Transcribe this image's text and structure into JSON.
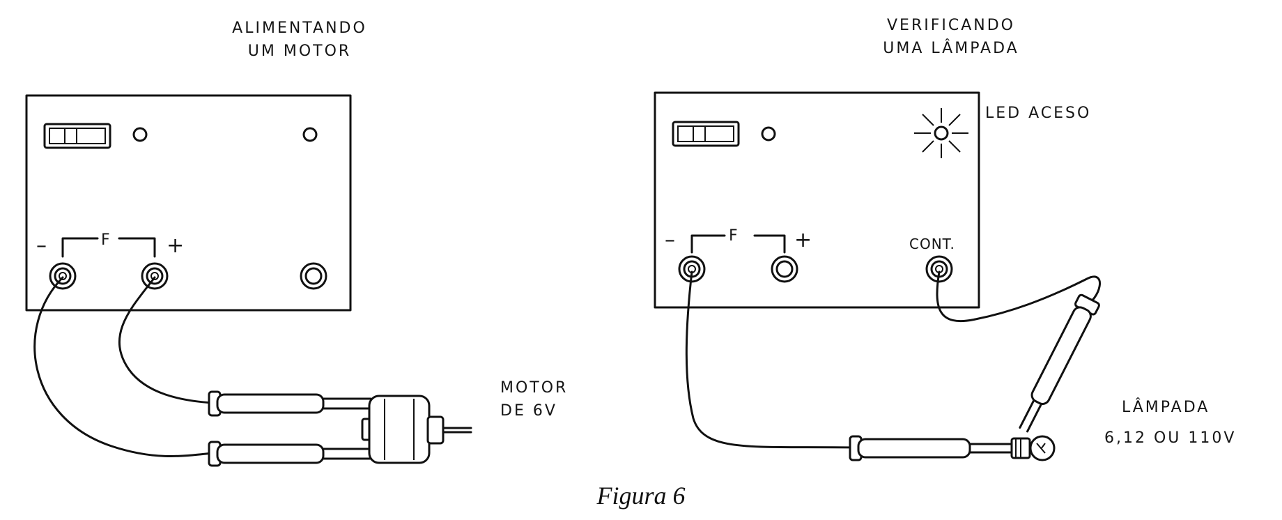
{
  "left_panel": {
    "title_line1": "ALIMENTANDO",
    "title_line2": "UM MOTOR",
    "f_label": "F",
    "minus_label": "–",
    "plus_label": "+",
    "motor_label_line1": "MOTOR",
    "motor_label_line2": "DE 6V"
  },
  "right_panel": {
    "title_line1": "VERIFICANDO",
    "title_line2": "UMA LÂMPADA",
    "led_label": "LED ACESO",
    "f_label": "F",
    "minus_label": "–",
    "plus_label": "+",
    "cont_label": "CONT.",
    "lamp_label_line1": "LÂMPADA",
    "lamp_label_line2": "6,12 OU 110V"
  },
  "caption": "Figura 6"
}
